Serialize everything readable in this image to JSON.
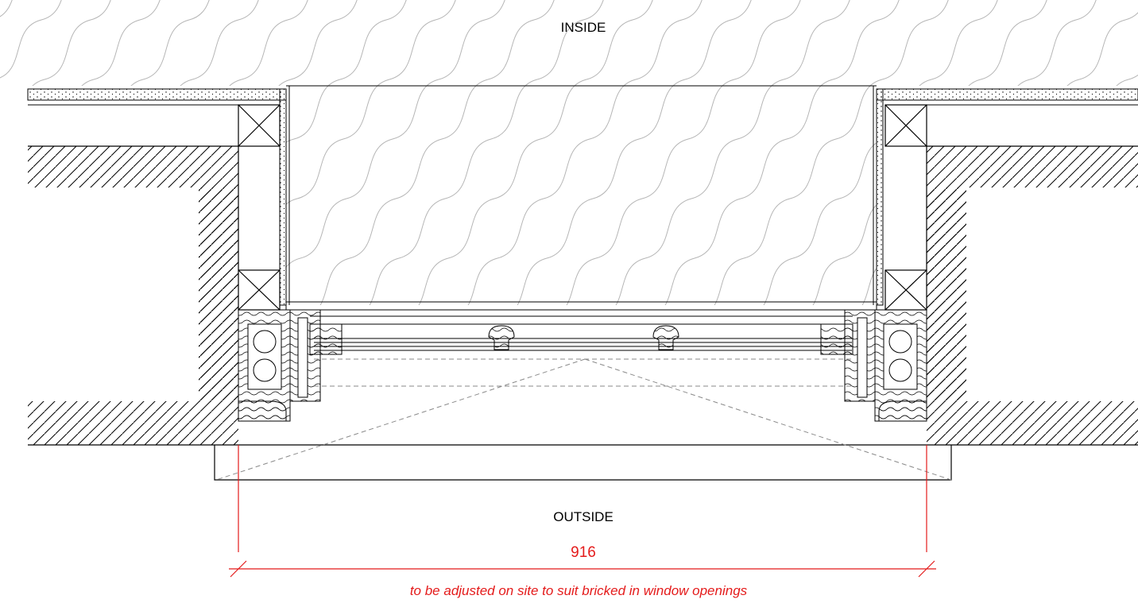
{
  "labels": {
    "inside": "INSIDE",
    "outside": "OUTSIDE"
  },
  "dimension": {
    "value": "916",
    "note": "to be adjusted on site to suit bricked in window openings"
  },
  "colors": {
    "line": "#000000",
    "dimension": "#e41b1b",
    "dashed": "#8a8a8a",
    "hatch_inside": "#b5b5b5",
    "background": "#ffffff"
  }
}
